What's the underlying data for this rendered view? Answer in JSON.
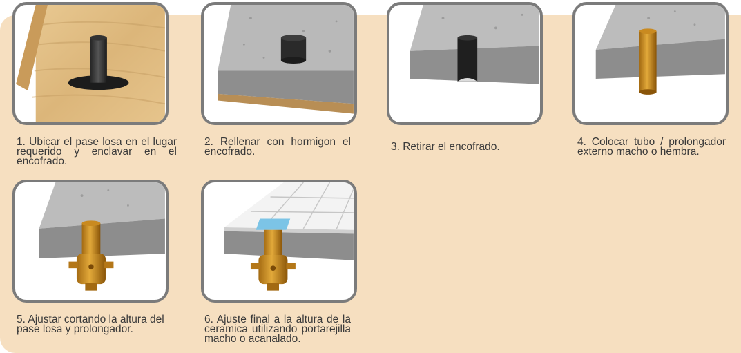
{
  "steps": [
    {
      "caption": "1. Ubicar el pase losa en el lugar requerido y enclavar en el encofrado."
    },
    {
      "caption": "2. Rellenar con hormigon el encofrado."
    },
    {
      "caption": "3. Retirar el encofrado."
    },
    {
      "caption": "4. Colocar tubo / prolongador externo macho o hembra."
    },
    {
      "caption": "5. Ajustar cortando la altura del pase losa y prolongador."
    },
    {
      "caption": "6. Ajuste final a la altura de la ceramica utilizando portarejilla macho o acanalado."
    }
  ]
}
